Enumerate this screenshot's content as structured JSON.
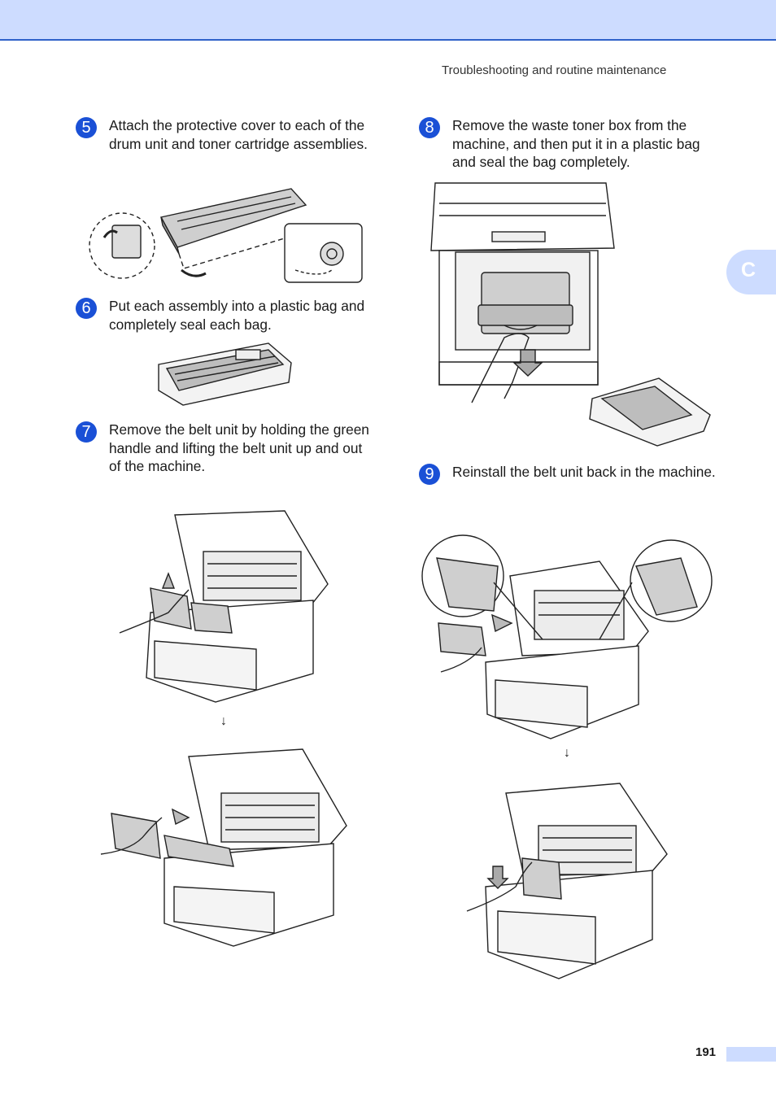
{
  "header": {
    "running_head": "Troubleshooting and routine maintenance"
  },
  "side_tab": {
    "label": "C"
  },
  "steps": [
    {
      "number": "5",
      "text": "Attach the protective cover to each of the drum unit and toner cartridge assemblies."
    },
    {
      "number": "6",
      "text": "Put each assembly into a plastic bag and completely seal each bag."
    },
    {
      "number": "7",
      "text": "Remove the belt unit by holding the green handle and lifting the belt unit up and out of the machine."
    },
    {
      "number": "8",
      "text": "Remove the waste toner box from the machine, and then put it in a plastic bag and seal the bag completely."
    },
    {
      "number": "9",
      "text": "Reinstall the belt unit back in the machine."
    }
  ],
  "separators": {
    "arrow": "↓"
  },
  "footer": {
    "page_number": "191"
  },
  "colors": {
    "accent": "#1a50d6",
    "band": "#cddcff",
    "rule": "#2f62c9"
  }
}
